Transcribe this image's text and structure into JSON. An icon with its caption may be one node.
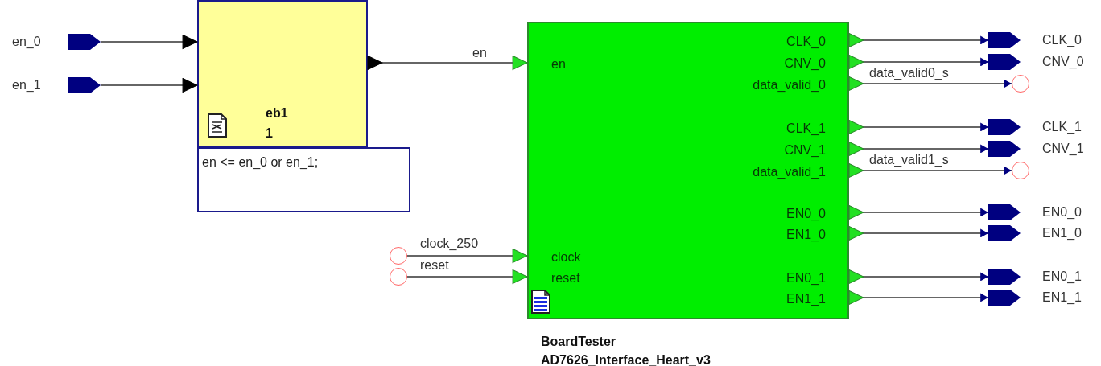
{
  "diagram": {
    "nodes": [
      {
        "text": [
          "en_0"
        ]
      },
      {
        "text": [
          "en_1"
        ]
      },
      {
        "text": [
          "eb1",
          "1"
        ]
      },
      {
        "text": [
          "en <= en_0 or en_1;"
        ]
      },
      {
        "text": [
          "en",
          "clock",
          "reset",
          "CLK_0",
          "CNV_0",
          "data_valid_0",
          "CLK_1",
          "CNV_1",
          "data_valid_1",
          "EN0_0",
          "EN1_0",
          "EN0_1",
          "EN1_1",
          "BoardTester",
          "AD7626_Interface_Heart_v3"
        ]
      },
      {
        "text": [],
        "shape": "circle"
      },
      {
        "text": [],
        "shape": "circle"
      },
      {
        "text": [
          "CLK_0"
        ]
      },
      {
        "text": [
          "CNV_0"
        ]
      },
      {
        "text": [],
        "shape": "circle"
      },
      {
        "text": [
          "CLK_1"
        ]
      },
      {
        "text": [
          "CNV_1"
        ]
      },
      {
        "text": [],
        "shape": "circle"
      },
      {
        "text": [
          "EN0_0"
        ]
      },
      {
        "text": [
          "EN1_0"
        ]
      },
      {
        "text": [
          "EN0_1"
        ]
      },
      {
        "text": [
          "EN1_1"
        ]
      }
    ],
    "edges": [
      {
        "from": 0,
        "to": 2,
        "arrow": "to"
      },
      {
        "from": 1,
        "to": 2,
        "arrow": "to"
      },
      {
        "from": 2,
        "to": 4,
        "arrow": "to",
        "label": "en"
      },
      {
        "from": 5,
        "to": 4,
        "arrow": "to",
        "label": "clock_250"
      },
      {
        "from": 6,
        "to": 4,
        "arrow": "to",
        "label": "reset"
      },
      {
        "from": 4,
        "to": 7,
        "arrow": "to"
      },
      {
        "from": 4,
        "to": 8,
        "arrow": "to"
      },
      {
        "from": 4,
        "to": 9,
        "arrow": "to",
        "label": "data_valid0_s"
      },
      {
        "from": 4,
        "to": 10,
        "arrow": "to"
      },
      {
        "from": 4,
        "to": 11,
        "arrow": "to"
      },
      {
        "from": 4,
        "to": 12,
        "arrow": "to",
        "label": "data_valid1_s"
      },
      {
        "from": 4,
        "to": 13,
        "arrow": "to"
      },
      {
        "from": 4,
        "to": 14,
        "arrow": "to"
      },
      {
        "from": 4,
        "to": 15,
        "arrow": "to"
      },
      {
        "from": 4,
        "to": 16,
        "arrow": "to"
      }
    ]
  }
}
